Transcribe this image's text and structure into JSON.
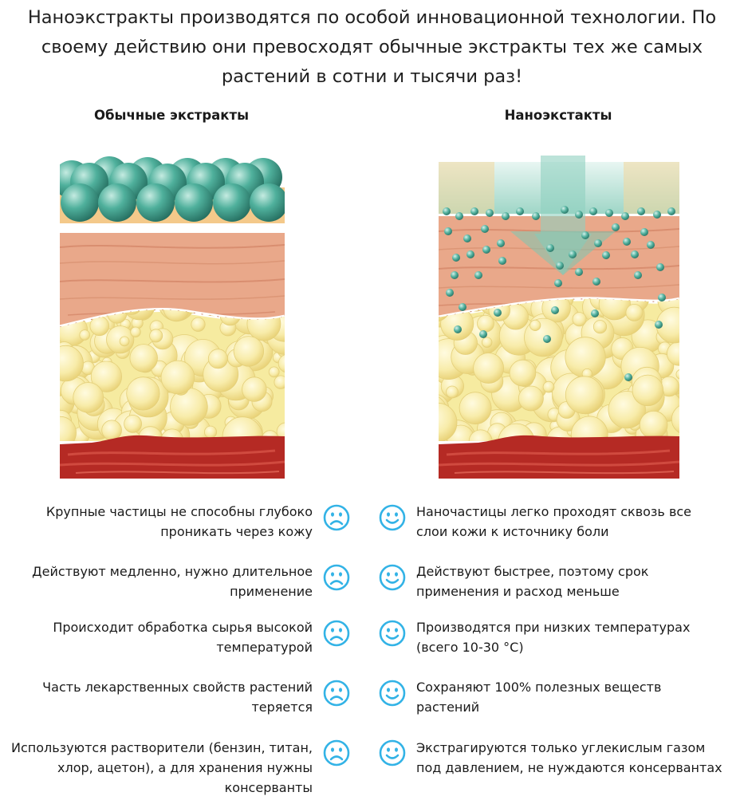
{
  "headline": [
    "Наноэкстракты производятся по особой инновационной технологии. По",
    "своему действию они превосходят обычные экстракты тех же самых",
    "растений в сотни и тысячи раз!"
  ],
  "left_title": "Обычные экстракты",
  "right_title": "Наноэкстакты",
  "icons": {
    "bad": "sad-face-icon",
    "good": "smile-face-icon",
    "arrow": "down-arrow-icon"
  },
  "colors": {
    "face": "#33b3e6",
    "particle": "#3e9f8c",
    "fat": "#f6eba0",
    "dermis": "#e9a88a",
    "muscle": "#b52a24",
    "top_layer": "#f4c98a"
  },
  "left_items": [
    [
      "Крупные частицы не способны глубоко",
      "проникать через кожу"
    ],
    [
      "Действуют медленно, нужно длительное",
      "применение"
    ],
    [
      "Происходит обработка сырья высокой",
      "температурой"
    ],
    [
      "Часть лекарственных свойств растений",
      "теряется"
    ],
    [
      "Используются растворители (бензин, титан,",
      "хлор, ацетон), а для хранения нужны",
      "консерванты"
    ]
  ],
  "right_items": [
    [
      "Наночастицы легко проходят сквозь все",
      "слои кожи к источнику боли"
    ],
    [
      "Действуют быстрее, поэтому срок",
      "применения и расход меньше"
    ],
    [
      "Производятся при низких температурах",
      "(всего 10-30 °С)"
    ],
    [
      "Сохраняют 100% полезных веществ",
      "растений"
    ],
    [
      "Экстрагируются только углекислым газом",
      "под давлением, не нуждаются консервантах"
    ]
  ]
}
